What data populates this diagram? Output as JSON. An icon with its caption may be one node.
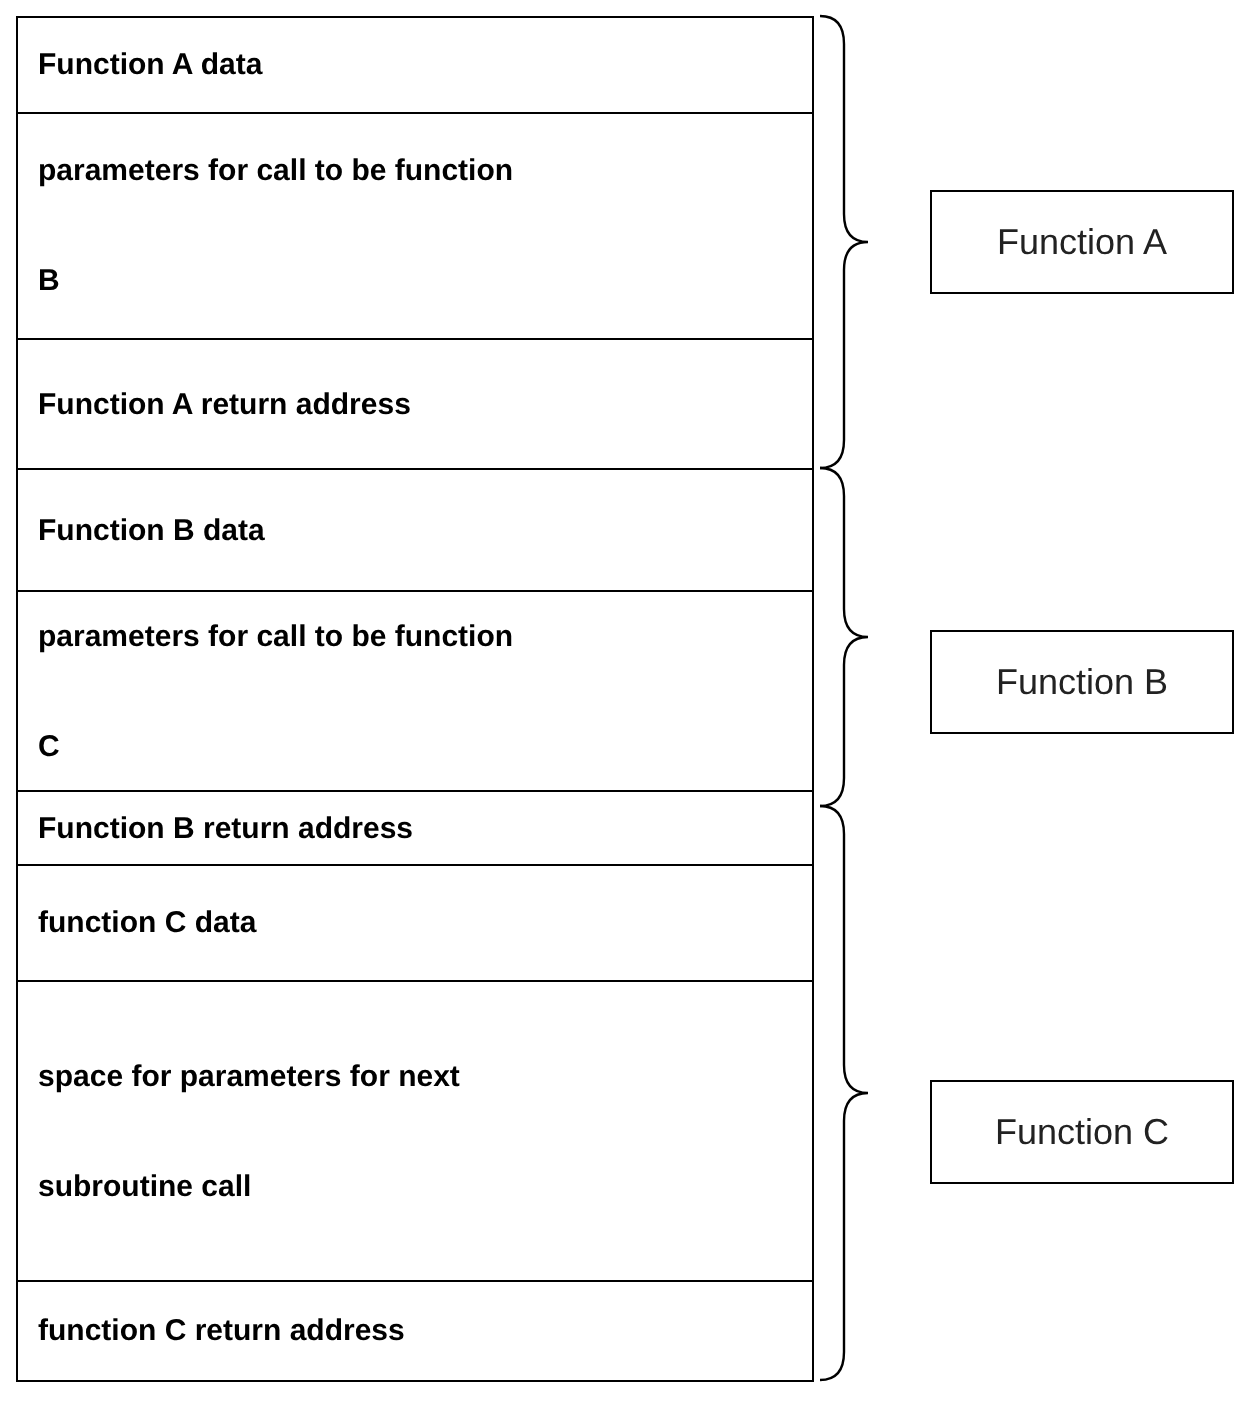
{
  "diagram": {
    "nodes": [
      {
        "text": [
          "Function A data"
        ]
      },
      {
        "text": [
          "parameters for call to be function B"
        ]
      },
      {
        "text": [
          "Function A return address"
        ]
      },
      {
        "text": [
          "Function B data"
        ]
      },
      {
        "text": [
          "parameters for call to be function C"
        ]
      },
      {
        "text": [
          "Function B return address"
        ]
      },
      {
        "text": [
          "function C data"
        ]
      },
      {
        "text": [
          "space for parameters for next subroutine call"
        ]
      },
      {
        "text": [
          "function C return address"
        ]
      },
      {
        "text": [
          "Function A"
        ]
      },
      {
        "text": [
          "Function B"
        ]
      },
      {
        "text": [
          "Function C"
        ]
      }
    ],
    "edges": []
  }
}
